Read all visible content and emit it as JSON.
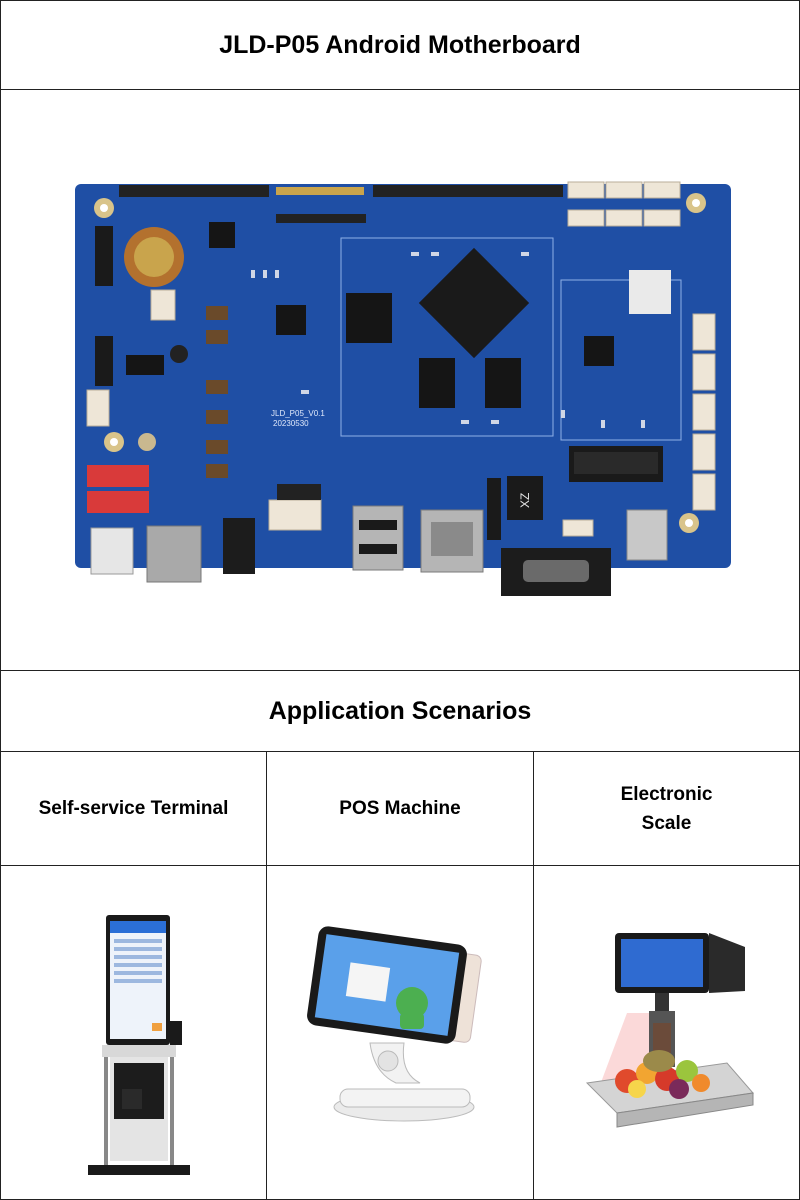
{
  "header": {
    "title": "JLD-P05 Android Motherboard"
  },
  "board": {
    "version_label": "JLD_P05_V0.1",
    "date_label": "20230530",
    "chip_text": "XZ",
    "colors": {
      "pcb": "#1f4fa5",
      "pcb_dark": "#163c84",
      "connector_red": "#d93a3a",
      "connector_white": "#eee6d7"
    }
  },
  "section": {
    "title": "Application Scenarios"
  },
  "scenarios": [
    {
      "label": "Self-service Terminal"
    },
    {
      "label": "POS Machine"
    },
    {
      "label_line1": "Electronic",
      "label_line2": "Scale"
    }
  ]
}
